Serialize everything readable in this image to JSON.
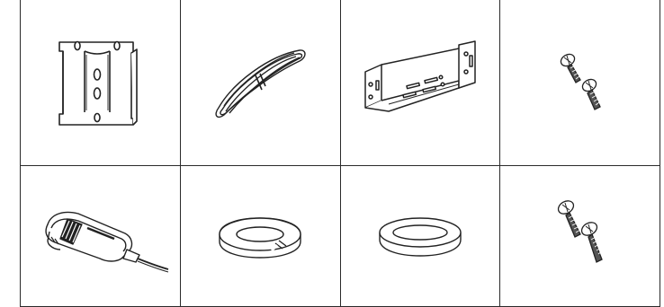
{
  "layout": {
    "rows": 2,
    "columns": 4
  },
  "items": [
    {
      "row": 1,
      "col": 1,
      "icon": "mounting-bracket-plate-icon"
    },
    {
      "row": 1,
      "col": 2,
      "icon": "coiled-cable-icon"
    },
    {
      "row": 1,
      "col": 3,
      "icon": "u-mounting-bracket-icon"
    },
    {
      "row": 1,
      "col": 4,
      "icon": "screw-pair-icon"
    },
    {
      "row": 2,
      "col": 1,
      "icon": "hand-microphone-icon"
    },
    {
      "row": 2,
      "col": 2,
      "icon": "spring-washer-icon"
    },
    {
      "row": 2,
      "col": 3,
      "icon": "flat-washer-icon"
    },
    {
      "row": 2,
      "col": 4,
      "icon": "tapping-screw-pair-icon"
    }
  ],
  "colors": {
    "line": "#2a2a2a",
    "background": "#ffffff"
  }
}
